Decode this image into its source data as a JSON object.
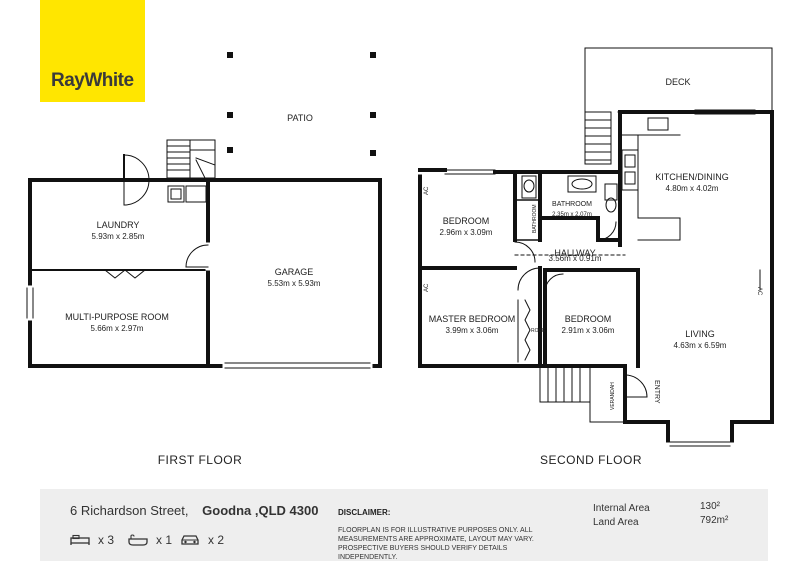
{
  "brand": {
    "name": "RayWhite",
    "color": "#ffe600"
  },
  "rooms": {
    "patio": {
      "name": "PATIO"
    },
    "deck": {
      "name": "DECK"
    },
    "laundry": {
      "name": "LAUNDRY",
      "dims": "5.93m x 2.85m"
    },
    "multipurpose": {
      "name": "MULTI-PURPOSE ROOM",
      "dims": "5.66m x 2.97m"
    },
    "garage": {
      "name": "GARAGE",
      "dims": "5.53m x 5.93m"
    },
    "bedroom1": {
      "name": "BEDROOM",
      "dims": "2.96m x 3.09m"
    },
    "bathroom": {
      "name": "BATHROOM",
      "dims": "2.35m x 2.07m"
    },
    "kitchen": {
      "name": "KITCHEN/DINING",
      "dims": "4.80m x 4.02m"
    },
    "hallway": {
      "name": "HALLWAY",
      "dims": "3.56m x 0.91m"
    },
    "master": {
      "name": "MASTER BEDROOM",
      "dims": "3.99m x 3.06m"
    },
    "bedroom2": {
      "name": "BEDROOM",
      "dims": "2.91m x 3.06m"
    },
    "living": {
      "name": "LIVING",
      "dims": "4.63m x 6.59m"
    }
  },
  "labels": {
    "ac": "AC",
    "entry": "ENTRY",
    "robe": "ROBE",
    "verandah": "VERANDAH",
    "bathroom_small": "BATHROOM"
  },
  "floors": {
    "first": "FIRST FLOOR",
    "second": "SECOND FLOOR"
  },
  "footer": {
    "address_street": "6 Richardson Street,",
    "address_suburb": "Goodna ,QLD 4300",
    "disclaimer_title": "DISCLAIMER:",
    "disclaimer_text": "FLOORPLAN IS FOR ILLUSTRATIVE PURPOSES ONLY. ALL MEASUREMENTS ARE APPROXIMATE, LAYOUT MAY VARY. PROSPECTIVE BUYERS SHOULD VERIFY DETAILS INDEPENDENTLY.",
    "internal_area_label": "Internal Area",
    "internal_area_value": "130²",
    "land_area_label": "Land Area",
    "land_area_value": "792m²",
    "bedrooms": "x 3",
    "bathrooms": "x 1",
    "cars": "x 2",
    "bed_icon": "bed-icon",
    "bath_icon": "bath-icon",
    "car_icon": "car-icon"
  }
}
